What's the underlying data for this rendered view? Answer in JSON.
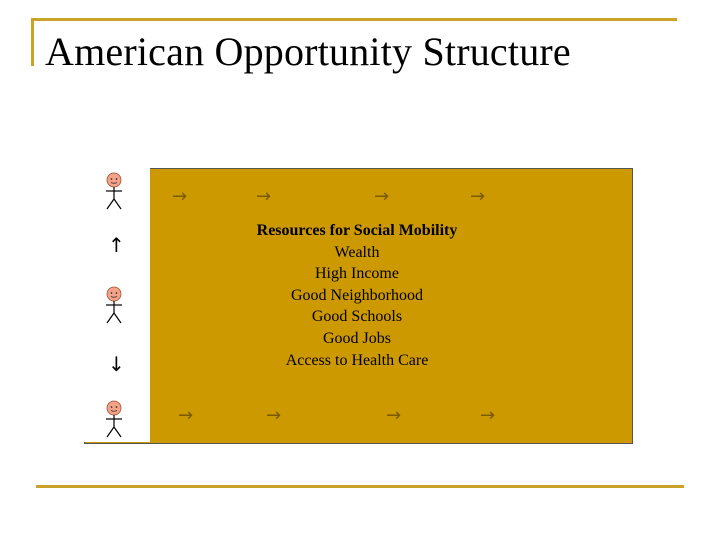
{
  "slide": {
    "title": "American Opportunity Structure"
  },
  "diagram": {
    "arrows": {
      "right": "→",
      "up": "↑",
      "down": "↓"
    },
    "resources": {
      "heading": "Resources for Social Mobility",
      "items": [
        "Wealth",
        "High Income",
        "Good Neighborhood",
        "Good Schools",
        "Good Jobs",
        "Access to Health Care"
      ]
    },
    "icons": [
      "person-figure-top",
      "person-figure-middle",
      "person-figure-bottom"
    ]
  },
  "colors": {
    "panel": "#cc9900",
    "frame": "#c9a227",
    "person_head": "#f4a38a"
  }
}
